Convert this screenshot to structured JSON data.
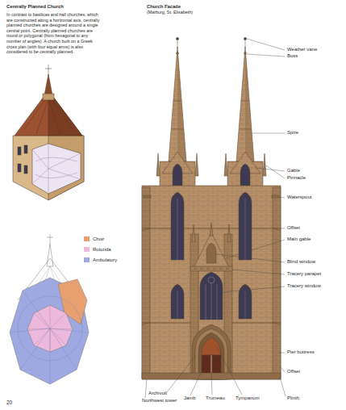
{
  "diagram": {
    "labels": [
      "Centrally Planned Church",
      "In contrast to basilicas and hall churches, which are constructed along a horizontal axis, centrally planned churches are designed around a single central point. Centrally planned churches are round or polygonal (from hexagonal to any number of angles). A church built on a Greek cross plan (with four equal arms) is also considered to be centrally planned.",
      "Church Facade",
      "(Marburg, St. Elisabeth)",
      "Weather vane",
      "Boss",
      "Spire",
      "Gable",
      "Pinnacle",
      "Waterspout",
      "Offset",
      "Main gable",
      "Blind window",
      "Tracery parapet",
      "Tracery window",
      "Pier buttress",
      "Offset",
      "Plinth",
      "Archivolt",
      "Northwest tower",
      "Jamb",
      "Trumeau",
      "Tympanum",
      "20"
    ],
    "legend": [
      {
        "text": "Choir",
        "color": "#e8a070"
      },
      {
        "text": "Rotunda",
        "color": "#ecb9dc"
      },
      {
        "text": "Ambulatory",
        "color": "#9ea9e2"
      }
    ]
  }
}
